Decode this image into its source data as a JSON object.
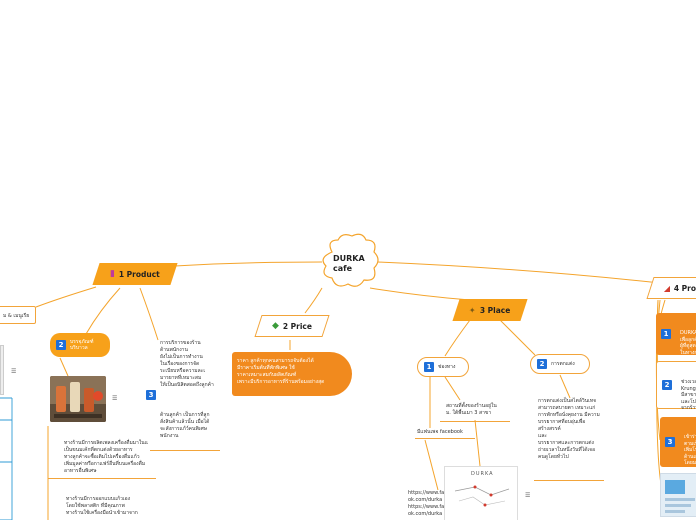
{
  "center": {
    "label": "DURKA\ncafe"
  },
  "branches": {
    "product": {
      "label": "1 Product"
    },
    "price": {
      "label": "2 Price"
    },
    "place": {
      "label": "3 Place"
    },
    "promotion": {
      "label": "4 Pro"
    }
  },
  "left_edge": {
    "label": "ม & เมนูเรีย"
  },
  "product": {
    "item2": {
      "number": "2",
      "label": "บรรจุภัณฑ์\nบริบาวล"
    },
    "item3": {
      "number": "3",
      "label": "การบริการของร้าน\nด้านพนักงาน\nยังไม่เป็นการทำงาน\nในเรื่องของการจัด\nระเบียบหรือความละเ\nมารยาทที่เหมาะสม\nให้เป็นอนิสิตสอดถึงลูกค้า"
    },
    "item3_extra": "ด้านลูกค้า เป็นการที่ลูก\nสั่งสินค้าแล้วนั้น เมื่อได้\nจะสังการแก้ว์คนพิเศษ\nพนักงาน",
    "note1": "ทางร้านมีการผลิตเพลงเครื่องดื่มมาในแ\nเป็นขนมเค้กที่ตกแต่งด้วยอาหาร\nทางลูกค้าจะซื้อเติมไปเครื่องดื่มแก้ว\nเพิ่มมูลค่าหรือกาแฟร์อื่นที่บนเครื่องดื่ม\nอาหารอื่นพิเศษ",
    "note2": "ทางร้านมีการออกแบบแก้วเอง\nโดยใช้พลาสติก ที่มีคุณภาพ\nทางร้านใช้เครื่องมือนำเข้ามาจาก"
  },
  "price": {
    "note": "ราคา ลูกค้าทุกคนสามารถจับต้องได้\nมีราคาเริ่มต้นที่พักพิเศษ ใช้\nราคาเหมาะสมกับผลิตภัณฑ์\nเพราะมีบริการอาหารที่ร้านพร้อมอย่างสุด"
  },
  "place": {
    "item1": {
      "number": "1",
      "label": "ช่องทาง"
    },
    "item2": {
      "number": "2",
      "label": "การตกแต่ง"
    },
    "note1": "สถานที่ตั้งของร้านอยู่ใน\nม. ใต้พื้นเมา 3 สาขา",
    "facebook": "มีแฟนเพจ facebook",
    "note2": "การตกแต่งเป็นสไตล์วินเทจ\nสามารถสบายตา เหมาะแก่\nการพักหรือนั่งคุยงาน มีความ\nบรรยากาศที่อบอุ่นเพื่อสร้างสรรค์\nและ\nบรรยากาศและการตกแต่ง\nถ่ายเวลาในหนึ่งวันที่ได้เจอ\nคนดูโดยทั่วไป",
    "links": "https://www.facebo\nok.com/durka\nhttps://www.facebo\nok.com/durka",
    "map_title": "DURKA"
  },
  "promotion": {
    "item1": {
      "number": "1",
      "label": "DURKA\nเพื่อลูกค้า\nผู้ที่ดูสุด\nในทางการ"
    },
    "item2": {
      "number": "2",
      "label": "ช่วงเวลา\nKrungth\nมีสาขาต่อ\nและโปร\nจากร้าน"
    },
    "item3": {
      "number": "3",
      "label": "เข้าร่วม\nตามเป็\nเพิ่มโป\nด้านเก\nโดยมา"
    }
  }
}
